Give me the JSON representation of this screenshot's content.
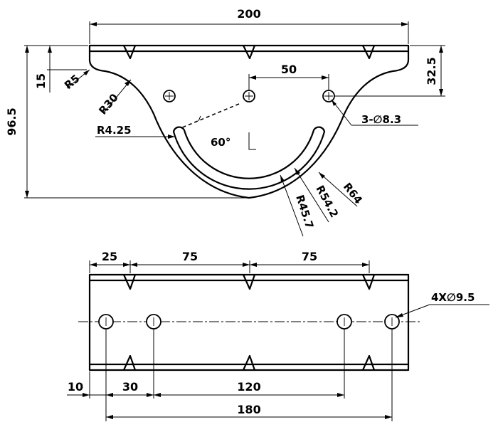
{
  "top_view": {
    "dims": {
      "overall_width": "200",
      "hole_spacing": "50",
      "total_height": "96.5",
      "top_to_center": "32.5",
      "top_strip": "15",
      "r_corner": "R5",
      "r_fillet": "R30",
      "r_slot_end": "R4.25",
      "slot_angle": "60°",
      "holes": "3-∅8.3",
      "r_slot_inner": "R45.7",
      "r_slot_outer": "R54.2",
      "r_outer": "R64"
    }
  },
  "bottom_view": {
    "dims": {
      "first_offset": "25",
      "spacing_left": "75",
      "spacing_right": "75",
      "edge_offset": "10",
      "hole_pitch_small": "30",
      "hole_pitch_mid": "120",
      "hole_overall": "180",
      "holes": "4X∅9.5"
    }
  }
}
